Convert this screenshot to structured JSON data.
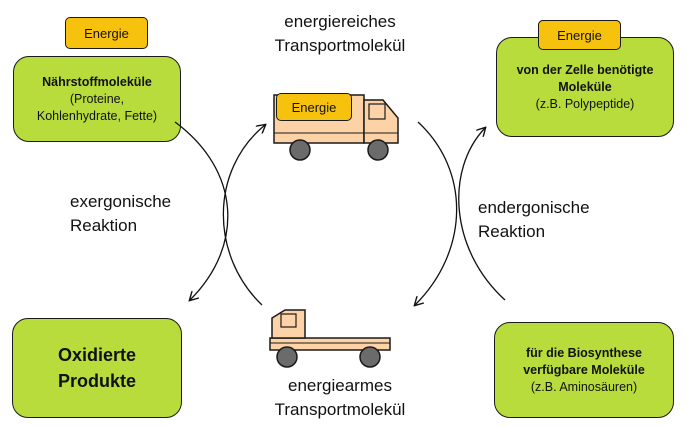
{
  "tags": {
    "left_energy": "Energie",
    "right_energy": "Energie",
    "truck_energy": "Energie"
  },
  "boxes": {
    "nutrients": {
      "title": "Nährstoffmoleküle",
      "line1": "(Proteine,",
      "line2": "Kohlenhydrate, Fette)"
    },
    "needed": {
      "title_line1": "von der Zelle benötigte",
      "title_line2": "Moleküle",
      "subtitle": "(z.B. Polypeptide)"
    },
    "oxidized": {
      "line1": "Oxidierte",
      "line2": "Produkte"
    },
    "biosynthesis": {
      "title_line1": "für die Biosynthese",
      "title_line2": "verfügbare Moleküle",
      "subtitle": "(z.B. Aminosäuren)"
    }
  },
  "labels": {
    "rich_line1": "energiereiches",
    "rich_line2": "Transportmolekül",
    "poor_line1": "energiearmes",
    "poor_line2": "Transportmolekül",
    "exergonic_line1": "exergonische",
    "exergonic_line2": "Reaktion",
    "endergonic_line1": "endergonische",
    "endergonic_line2": "Reaktion"
  },
  "colors": {
    "box_green": "#b8dc3c",
    "energy_yellow": "#f7c20d",
    "truck_peach": "#fcd2a6",
    "wheel_gray": "#6b6b6b"
  },
  "icons": [
    "truck-loaded-icon",
    "truck-empty-icon",
    "curved-arrow-icon"
  ]
}
